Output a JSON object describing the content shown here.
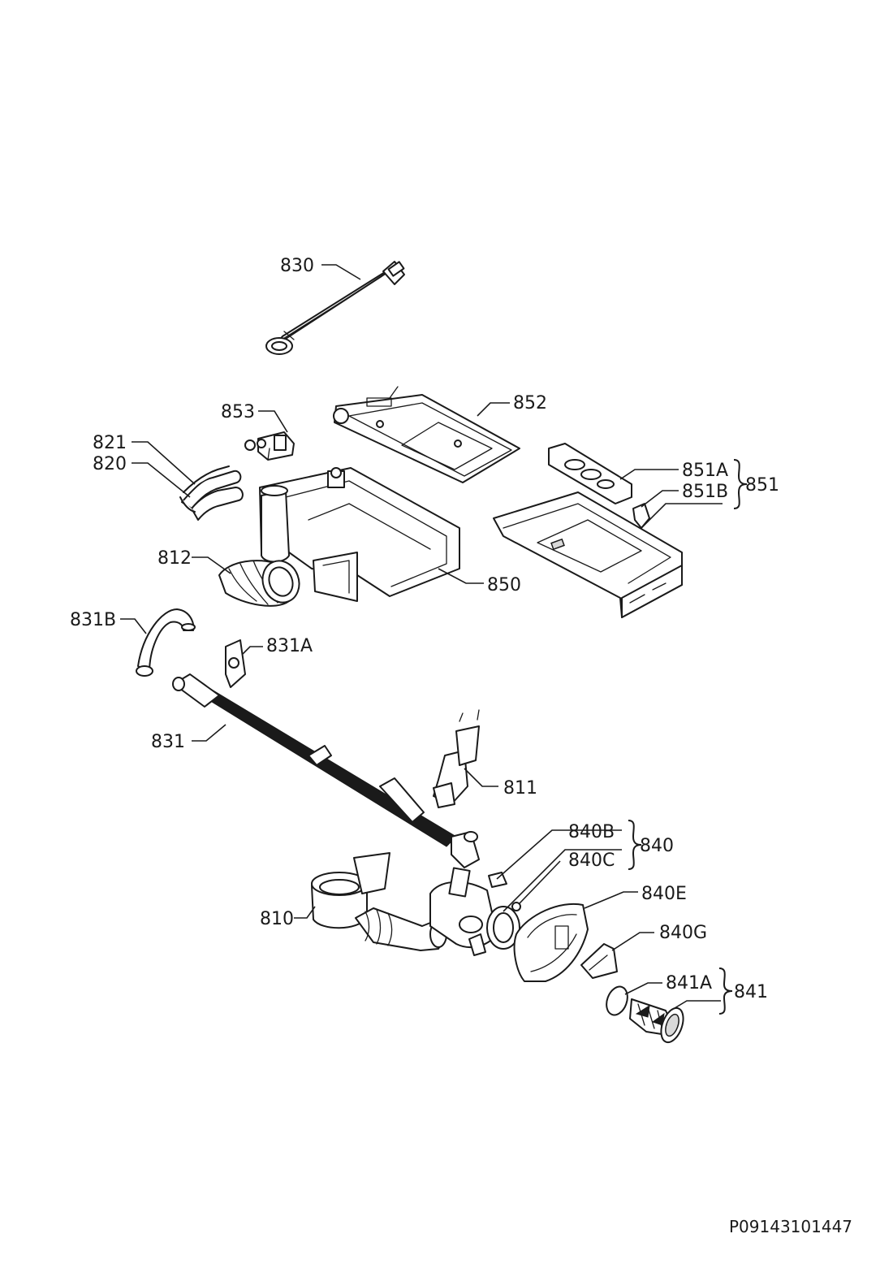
{
  "labels": {
    "p830": "830",
    "p853": "853",
    "p852": "852",
    "p821": "821",
    "p820": "820",
    "p851A": "851A",
    "p851B": "851B",
    "p851": "851",
    "p812": "812",
    "p850": "850",
    "p831B": "831B",
    "p831A": "831A",
    "p831": "831",
    "p811": "811",
    "p840B": "840B",
    "p840": "840",
    "p840C": "840C",
    "p840E": "840E",
    "p810": "810",
    "p840G": "840G",
    "p841A": "841A",
    "p841": "841"
  },
  "footer": {
    "code": "P09143101447"
  }
}
